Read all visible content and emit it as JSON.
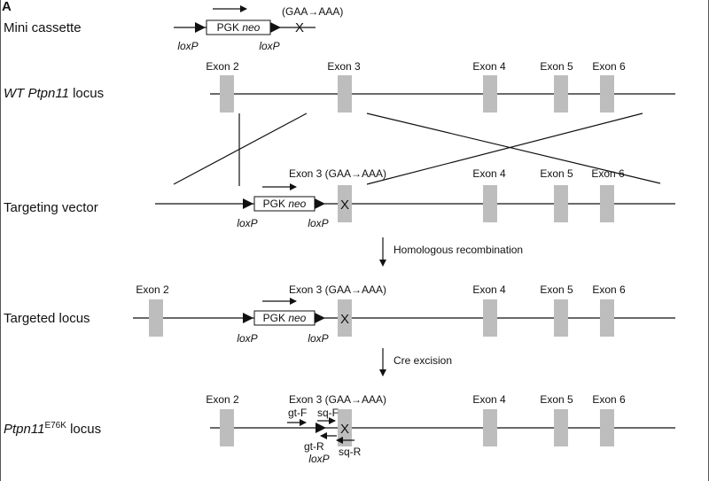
{
  "panel_letter": "A",
  "rows": {
    "mini": {
      "label": "Mini cassette"
    },
    "wt": {
      "label_italic": "WT Ptpn11",
      "label_rest": " locus"
    },
    "tv": {
      "label": "Targeting vector"
    },
    "tl": {
      "label": "Targeted locus"
    },
    "e76k": {
      "label_italic": "Ptpn11",
      "label_sup": "E76K",
      "label_rest": " locus"
    }
  },
  "exons": {
    "e2": "Exon 2",
    "e3": "Exon 3",
    "e4": "Exon 4",
    "e5": "Exon 5",
    "e6": "Exon 6"
  },
  "exon3_mut": "Exon 3 (GAA→AAA)",
  "mutation_text": "(GAA→AAA)",
  "cassette": {
    "pgk": "PGK ",
    "neo": "neo"
  },
  "loxp": "loxP",
  "x_mark": "X",
  "steps": {
    "homologous": "Homologous recombination",
    "cre": "Cre excision"
  },
  "primers": {
    "gtF": "gt-F",
    "sqF": "sq-F",
    "gtR": "gt-R",
    "sqR": "sq-R"
  }
}
